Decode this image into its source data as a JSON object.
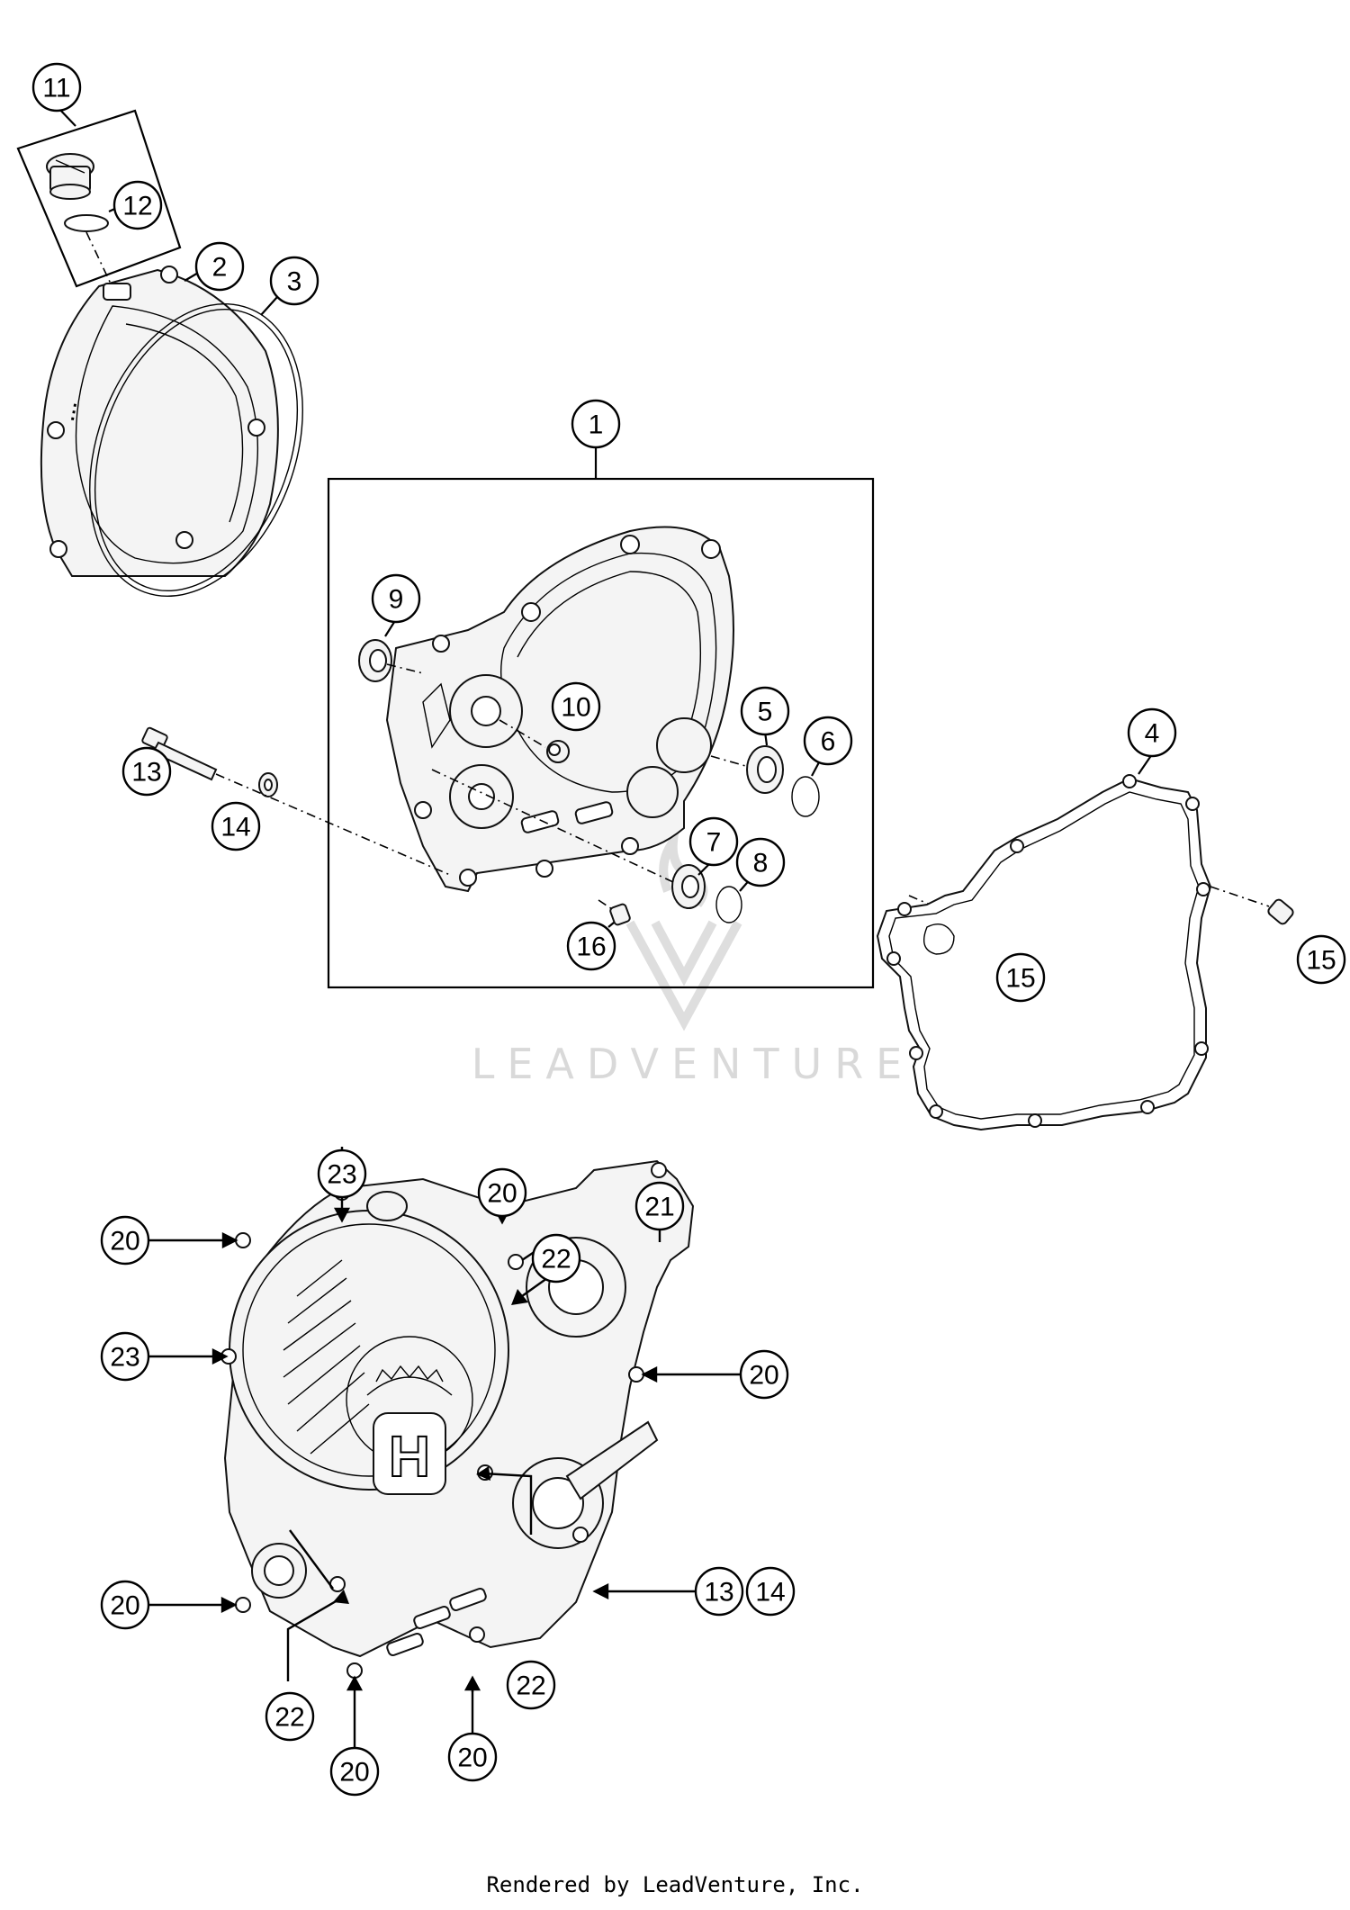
{
  "watermark": {
    "text": "LEADVENTURE"
  },
  "footer": {
    "text": "Rendered by LeadVenture, Inc."
  },
  "callouts": {
    "c1": "1",
    "c2": "2",
    "c3": "3",
    "c4": "4",
    "c5": "5",
    "c6": "6",
    "c7": "7",
    "c8": "8",
    "c9": "9",
    "c10": "10",
    "c11": "11",
    "c12": "12",
    "c13a": "13",
    "c14a": "14",
    "c15a": "15",
    "c15b": "15",
    "c16": "16",
    "c23a": "23",
    "c20a": "20",
    "c21": "21",
    "c22a": "22",
    "c20b": "20",
    "c23b": "23",
    "c20c": "20",
    "c20d": "20",
    "c13b": "13",
    "c14b": "14",
    "c22b": "22",
    "c22c": "22",
    "c20e": "20",
    "c20f": "20"
  }
}
